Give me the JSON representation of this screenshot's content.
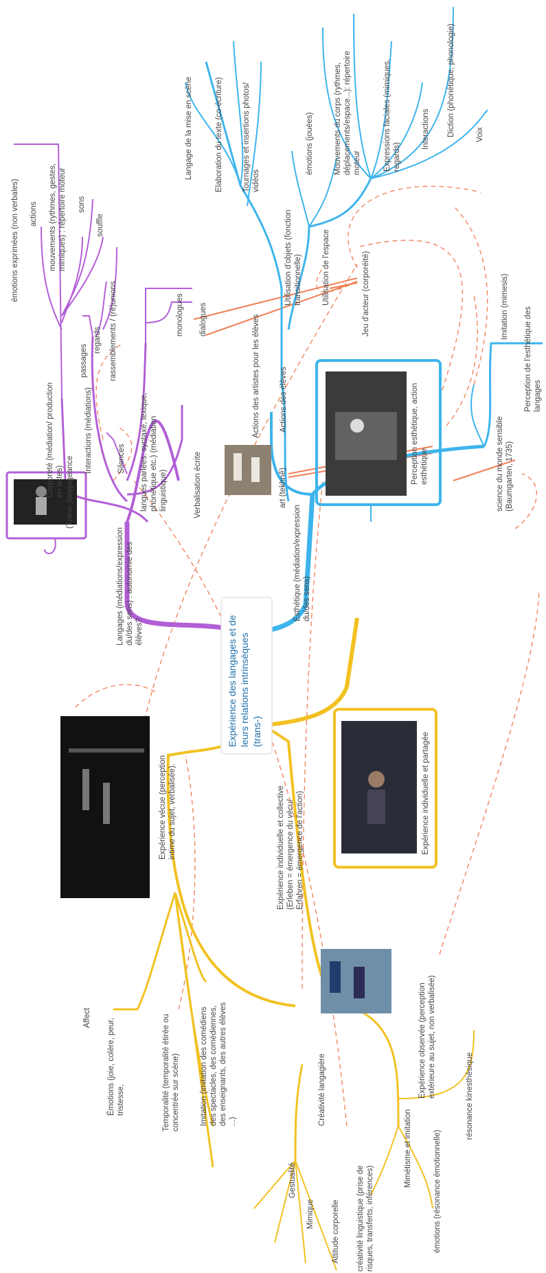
{
  "center": {
    "lines": [
      "Expérience des langages et de",
      "leurs relations intrinsèques",
      "(trans-)"
    ]
  },
  "purple": {
    "main": [
      "Langages (médiations/expression",
      "du/des sens) : autonomie des",
      "élèves?"
    ],
    "image_caption": "(Trans-)langageance",
    "corporeite": [
      "Corporeté (médiation/ production",
      "en actes)"
    ],
    "corporeite_children": [
      [
        "émotions exprimées (non verbales)"
      ],
      [
        "actions"
      ],
      [
        "mouvements (rythmes, gestes,",
        "mimiques) : répertoire moteur"
      ],
      [
        "sons"
      ],
      [
        "souffle"
      ]
    ],
    "interactions": "Interactions (médiations)",
    "interactions_children": [
      [
        "passages"
      ],
      [
        "regards"
      ],
      [
        "rassemblements / (ré)unions"
      ]
    ],
    "silences": "Silences",
    "langues": [
      "langues parlées: syntaxe, lexique,",
      "phonétique etc.) (médiation",
      "linguistique)"
    ],
    "langues_children": [
      [
        "monologues"
      ],
      [
        "dialogues"
      ]
    ],
    "verbalisation": "Verbalisation écrite"
  },
  "blue": {
    "main": [
      "Esthétique (médiation/expression",
      "du/des sens)"
    ],
    "art": "art (tekhnê)",
    "actions_eleves": "Actions des élèves",
    "actions_artistes": "Actions des artistes pour les élèves",
    "artistes_children": [
      [
        "Langage de la mise en scène"
      ],
      [
        "Elaboration du texte (co-écriture)"
      ],
      [
        "Tournages et insertions photos/",
        "vidéos"
      ]
    ],
    "eleves_children": [
      [
        "Utilisation d'objets (fonction",
        "transitionnelle)"
      ],
      [
        "Utilisation de l'espace"
      ]
    ],
    "jeu_acteur": "Jeu d'acteur (corporéité)",
    "jeu_children": [
      [
        "émotions (jouées)"
      ],
      [
        "Mouvements du corps (rythmes,",
        "déplacements/espace...): répertoire",
        "moteur"
      ],
      [
        "Expressions faciales (mimiques,",
        "regards)"
      ],
      [
        "Interactions"
      ],
      [
        "Diction (phonétique, phonologie)"
      ],
      [
        "Voix"
      ]
    ],
    "image_caption": [
      "Perception esthétique, action",
      "esthétique"
    ],
    "science": [
      "science du monde sensible",
      "(Baumgarten, 1735)"
    ],
    "imitation": "Imitation (mimesis)",
    "perception": [
      "Perception de l'esthétique des",
      "langages"
    ]
  },
  "yellow": {
    "vecue": [
      "Expérience vécue (perception",
      "intime du sujet, verbalisée)."
    ],
    "vecue_children": [
      [
        "Affect"
      ],
      [
        "Émotions (joie, colère, peur,",
        "tristesse,"
      ],
      [
        "Temporalité (temporalité étirée ou",
        "concentrée sur scène)"
      ],
      [
        "Imitation (imitation des comédiens",
        "des spectacles, des comédiennes,",
        "des enseignants, des autres élèves",
        "...)"
      ]
    ],
    "individuelle": [
      "Expérience individuelle et collective",
      "(Erleben = émergence du vécu/",
      "Erfahren = émergence de l'action)"
    ],
    "image_caption": "Expérience individuelle et partagée",
    "observee": [
      "Expérience observée (perception",
      "extérieure au sujet, non verbalisée)"
    ],
    "observee_children": [
      [
        "Mimétisme et imitation"
      ],
      [
        "émotions (résonance émotionnelle)"
      ],
      [
        "résonance kinesthésique"
      ]
    ],
    "creativite": "Créativité langagière",
    "creativite_children": [
      [
        "Gestualité"
      ],
      [
        "Mimique"
      ],
      [
        "Attitude corporelle"
      ],
      [
        "créativité linguistique (prise de",
        "risques, transferts, inférences)"
      ]
    ]
  },
  "colors": {
    "purple": "#b25fd6",
    "blue": "#3db4ec",
    "yellow": "#f2c122",
    "relation": "#f07f55",
    "center_text": "#1d6fa8"
  }
}
